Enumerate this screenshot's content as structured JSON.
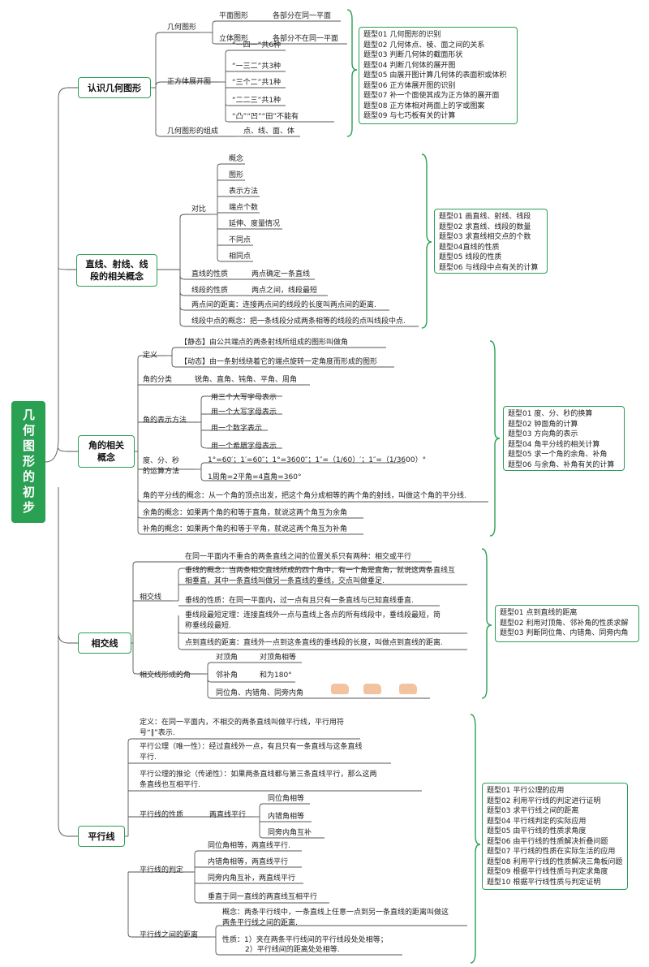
{
  "root": {
    "title": "几何图形的初步"
  },
  "sections": {
    "s1": {
      "title": "认识几何图形",
      "jihe": {
        "label": "几何图形",
        "pm": {
          "label": "平面图形",
          "desc": "各部分在同一平面"
        },
        "lt": {
          "label": "立体图形",
          "desc": "各部分不在同一平面"
        }
      },
      "zft": {
        "label": "正方体展开图",
        "items": [
          "“一四一”共6种",
          "“一三二”共3种",
          "“三个二”共1种",
          "“二二三”共1种",
          "“凸”“凹”“田”不能有"
        ]
      },
      "zucheng": {
        "label": "几何图形的组成",
        "value": "点、线、面、体"
      },
      "types": [
        "题型01 几何图形的识别",
        "题型02 几何体点、棱、面之间的关系",
        "题型03 判断几何体的截面形状",
        "题型04 判断几何体的展开图",
        "题型05 由展开图计算几何体的表面积或体积",
        "题型06 正方体展开图的识别",
        "题型07 补一个面使其成为正方体的展开面",
        "题型08 正方体相对两面上的字或图案",
        "题型09 与七巧板有关的计算"
      ]
    },
    "s2": {
      "title": "直线、射线、线段的相关概念",
      "duibi": {
        "label": "对比",
        "items": [
          "概念",
          "图形",
          "表示方法",
          "端点个数",
          "延伸、度量情况",
          "不同点",
          "相同点"
        ]
      },
      "zx": {
        "label": "直线的性质",
        "value": "两点确定一条直线"
      },
      "xd": {
        "label": "线段的性质",
        "value": "两点之间，线段最短"
      },
      "jl": "两点间的距离：连接两点间的线段的长度叫两点间的距离.",
      "zd": "线段中点的概念：把一条线段分成两条相等的线段的点叫线段中点.",
      "types": [
        "题型01 画直线、射线、线段",
        "题型02 求直线、线段的数量",
        "题型03 求直线相交点的个数",
        "题型04直线的性质",
        "题型05 线段的性质",
        "题型06 与线段中点有关的计算"
      ]
    },
    "s3": {
      "title": "角的相关概念",
      "dingyi": {
        "label": "定义",
        "items": [
          "【静态】由公共端点的两条射线所组成的图形叫做角",
          "【动态】由一条射线绕着它的端点旋转一定角度而形成的图形"
        ]
      },
      "fenlei": {
        "label": "角的分类",
        "value": "锐角、直角、钝角、平角、周角"
      },
      "biaoshi": {
        "label": "角的表示方法",
        "items": [
          "用三个大写字母表示",
          "用一个大写字母表示",
          "用一个数字表示",
          "用一个希腊字母表示"
        ]
      },
      "yunsuan": {
        "label1": "度、分、秒",
        "label2": "的运算方法",
        "items": [
          "1°=60′；1′=60″；1°=3600″；1″=（1/60）′；1″=（1/3600）°",
          "1周角=2平角=4直角=360°"
        ]
      },
      "pfx": "角的平分线的概念：从一个角的顶点出发，把这个角分成相等的两个角的射线，叫做这个角的平分线.",
      "yujiao": "余角的概念：如果两个角的和等于直角，就说这两个角互为余角",
      "bujiao": "补角的概念：如果两个角的和等于平角，就说这两个角互为补角",
      "types": [
        "题型01 度、分、秒的换算",
        "题型02 钟面角的计算",
        "题型03 方向角的表示",
        "题型04 角平分线的相关计算",
        "题型05 求一个角的余角、补角",
        "题型06 与余角、补角有关的计算"
      ]
    },
    "s4": {
      "title": "相交线",
      "top": "在同一平面内不重合的两条直线之间的位置关系只有两种：相交或平行",
      "xjx": {
        "label": "相交线",
        "cx1": "垂线的概念：当两条相交直线所成的四个角中，有一个角是直角，就说这两条直线互",
        "cx2": "相垂直，其中一条直线叫做另一条直线的垂线，交点叫做垂足.",
        "xz": "垂线的性质：在同一平面内，过一点有且只有一条直线与已知直线垂直.",
        "zd1": "垂线段最短定理：连接直线外一点与直线上各点的所有线段中，垂线段最短，简",
        "zd2": "称垂线段最短.",
        "jl": "点到直线的距离：直线外一点到这条直线的垂线段的长度，叫做点到直线的距离."
      },
      "xcj": {
        "label": "相交线形成的角",
        "d": {
          "label": "对顶角",
          "value": "对顶角相等"
        },
        "l": {
          "label": "邻补角",
          "value": "和为180°"
        },
        "t": "同位角、内错角、同旁内角"
      },
      "types": [
        "题型01 点到直线的距离",
        "题型02 利用对顶角、邻补角的性质求解",
        "题型03 判断同位角、内错角、同旁内角"
      ]
    },
    "s5": {
      "title": "平行线",
      "dy1": "定义：在同一平面内，不相交的两条直线叫做平行线，平行用符",
      "dy2": "号“∥”表示.",
      "gl1": "平行公理（唯一性）：经过直线外一点，有且只有一条直线与这条直线",
      "gl2": "平行.",
      "tl1": "平行公理的推论（传递性）：如果两条直线都与第三条直线平行，那么这两",
      "tl2": "条直线也互相平行.",
      "xz": {
        "label": "平行线的性质",
        "mid": "两直线平行",
        "items": [
          "同位角相等",
          "内错角相等",
          "同旁内角互补"
        ]
      },
      "pd": {
        "label": "平行线的判定",
        "items": [
          "同位角相等，两直线平行.",
          "内错角相等，两直线平行",
          "同旁内角互补，两直线平行",
          "垂直于同一直线的两直线互相平行"
        ]
      },
      "jl": {
        "label": "平行线之间的距离",
        "gn1": "概念：两条平行线中，一条直线上任意一点到另一条直线的距离叫做这",
        "gn2": "两条平行线之间的距离.",
        "xz1": "性质：1）夹在两条平行线间的平行线段处处相等；",
        "xz2": "2）平行线间的距离处处相等."
      },
      "types": [
        "题型01 平行公理的应用",
        "题型02 利用平行线的判定进行证明",
        "题型03 求平行线之间的距离",
        "题型04 平行线判定的实际应用",
        "题型05 由平行线的性质求角度",
        "题型06 由平行线的性质解决折叠问题",
        "题型07 平行线的性质在实际生活的应用",
        "题型08 利用平行线的性质解决三角板问题",
        "题型09 根据平行线性质与判定求角度",
        "题型10 根据平行线性质与判定证明"
      ]
    }
  }
}
